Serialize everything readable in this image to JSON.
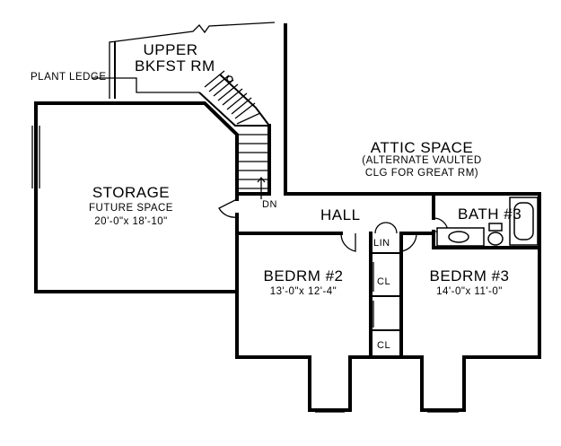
{
  "rooms": {
    "upper_bkfst": {
      "line1": "UPPER",
      "line2": "BKFST RM"
    },
    "plant_ledge": "PLANT LEDGE",
    "storage": {
      "name": "STORAGE",
      "sub": "FUTURE SPACE",
      "dims": "20'-0\"x 18'-10\""
    },
    "attic": {
      "name": "ATTIC SPACE",
      "note1": "(ALTERNATE VAULTED",
      "note2": "CLG FOR GREAT RM)"
    },
    "stair_dn": "DN",
    "hall": "HALL",
    "bath3": "BATH #3",
    "lin": "LIN",
    "cl_upper": "CL",
    "cl_lower": "CL",
    "bedrm2": {
      "name": "BEDRM #2",
      "dims": "13'-0\"x 12'-4\""
    },
    "bedrm3": {
      "name": "BEDRM #3",
      "dims": "14'-0\"x 11'-0\""
    }
  }
}
